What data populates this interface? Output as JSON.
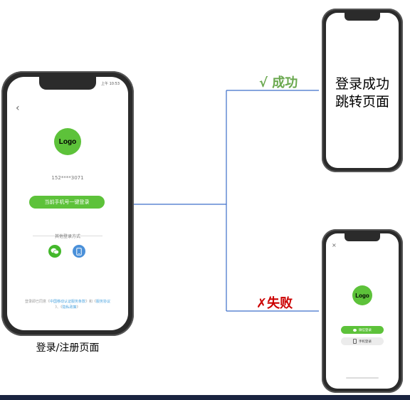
{
  "left_phone": {
    "status_time": "上午 10:53",
    "back_glyph": "‹",
    "logo": "Logo",
    "masked_number": "152****3071",
    "one_click_login_button": "当前手机号一键登录",
    "other_methods_label": "其他登录方式",
    "footer_line1_prefix": "登录即已同意《",
    "footer_line1_link1": "中国移动认证服务条款",
    "footer_line1_mid": "》和《",
    "footer_line1_link2": "服务协议",
    "footer_line2_prefix": "》、《",
    "footer_line2_link": "隐私政策",
    "footer_line2_suffix": "》"
  },
  "caption_left": "登录/注册页面",
  "branch_success": {
    "mark": "√",
    "label": "成功",
    "color": "#6aa84f"
  },
  "branch_failure": {
    "mark": "✗",
    "label": "失败",
    "color": "#cc0000"
  },
  "success_phone": {
    "line1": "登录成功",
    "line2": "跳转页面"
  },
  "failure_phone": {
    "logo": "Logo",
    "wechat_button": "微信登录",
    "phone_button": "手机登录"
  },
  "colors": {
    "connector": "#3d6fc9",
    "accent_green": "#5dc23a",
    "bottom_bar": "#1a2440"
  }
}
